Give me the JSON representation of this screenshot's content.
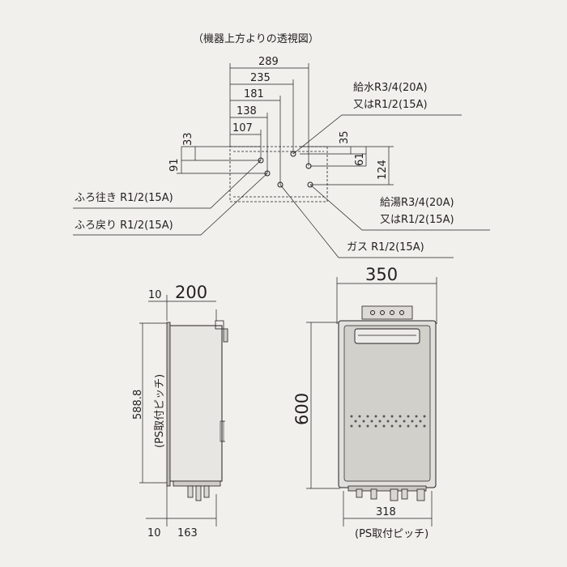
{
  "top_view": {
    "title": "（機器上方よりの透視図）",
    "dims_h": [
      "289",
      "235",
      "181",
      "138",
      "107"
    ],
    "dims_v_left": [
      "33",
      "91"
    ],
    "dims_v_right": [
      "35",
      "61",
      "124"
    ]
  },
  "labels": {
    "kyusui_1": "給水R3/4(20A)",
    "kyusui_2": "又はR1/2(15A)",
    "furo_iki": "ふろ往き R1/2(15A)",
    "furo_modori": "ふろ戻り R1/2(15A)",
    "kyuto_1": "給湯R3/4(20A)",
    "kyuto_2": "又はR1/2(15A)",
    "gas": "ガス R1/2(15A)"
  },
  "side_view": {
    "depth": "200",
    "offset_top": "10",
    "height_pitch": "588.8",
    "pitch_label": "(PS取付ピッチ)",
    "offset_bottom": "10",
    "bottom_dim": "163"
  },
  "front_view": {
    "width": "350",
    "height": "600",
    "bottom_pitch": "318",
    "pitch_label": "(PS取付ピッチ)"
  }
}
